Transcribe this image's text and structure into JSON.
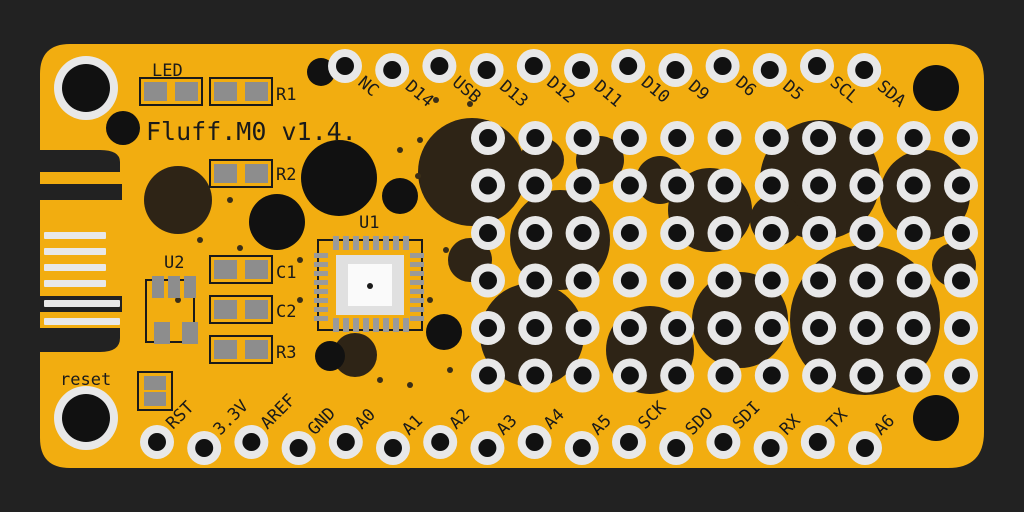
{
  "colors": {
    "background": "#222222",
    "board": "#f2ad10",
    "board_shade": "#d9960a",
    "silk": "#1a1a1a",
    "pad": "#e8e8e8",
    "hole": "#111111",
    "pad_metal": "#f5f5f5"
  },
  "board": {
    "name": "Fluff M0 v1.4",
    "title_text": "Fluff.M0 v1.4."
  },
  "labels": {
    "led": "LED",
    "r1": "R1",
    "r2": "R2",
    "r3": "R3",
    "c1": "C1",
    "c2": "C2",
    "u1": "U1",
    "u2": "U2",
    "reset": "reset"
  },
  "top_pins": [
    "NC",
    "D14",
    "USB",
    "D13",
    "D12",
    "D11",
    "D10",
    "D9",
    "D6",
    "D5",
    "SCL",
    "SDA"
  ],
  "bottom_pins": [
    "RST",
    "3.3V",
    "AREF",
    "GND",
    "A0",
    "A1",
    "A2",
    "A3",
    "A4",
    "A5",
    "SCK",
    "SDO",
    "SDI",
    "RX",
    "TX",
    "A6"
  ],
  "proto_grid": {
    "rows": 6,
    "cols": 11
  },
  "icons": {
    "usb_connector": "usb-port-icon",
    "mounting_hole": "mounting-hole-icon",
    "reset_button": "tactile-button-icon",
    "chip": "qfn-chip-icon"
  }
}
